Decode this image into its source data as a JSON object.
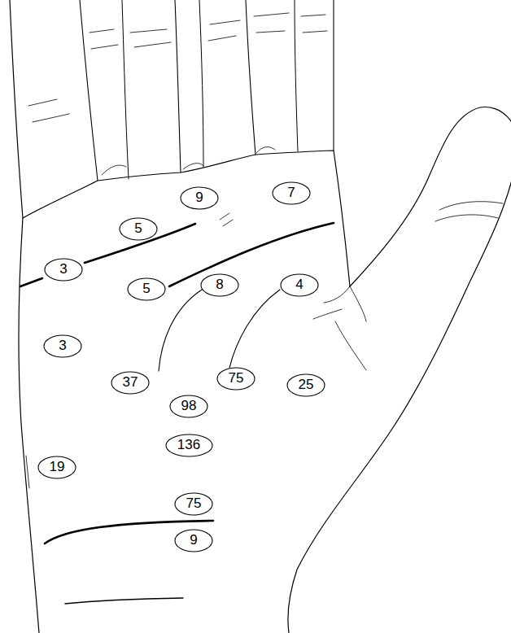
{
  "diagram": {
    "nodes": [
      {
        "text": [
          "9"
        ]
      },
      {
        "text": [
          "7"
        ]
      },
      {
        "text": [
          "5"
        ]
      },
      {
        "text": [
          "3"
        ]
      },
      {
        "text": [
          "5"
        ]
      },
      {
        "text": [
          "8"
        ]
      },
      {
        "text": [
          "4"
        ]
      },
      {
        "text": [
          "3"
        ]
      },
      {
        "text": [
          "37"
        ]
      },
      {
        "text": [
          "75"
        ]
      },
      {
        "text": [
          "25"
        ]
      },
      {
        "text": [
          "98"
        ]
      },
      {
        "text": [
          "136"
        ]
      },
      {
        "text": [
          "19"
        ]
      },
      {
        "text": [
          "75"
        ]
      },
      {
        "text": [
          "9"
        ]
      }
    ]
  }
}
